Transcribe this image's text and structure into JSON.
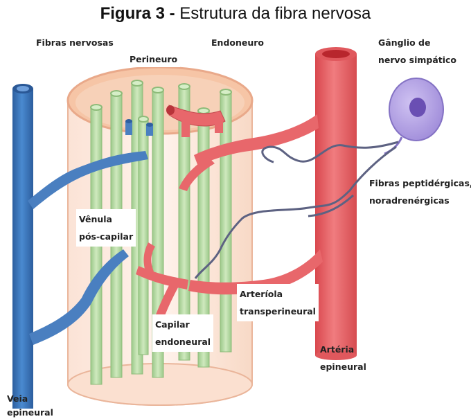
{
  "title": {
    "prefix": "Figura 3 -",
    "text": "Estrutura da fibra nervosa"
  },
  "labels": {
    "fibras_nervosas": "Fibras nervosas",
    "perineuro": "Perineuro",
    "endoneuro": "Endoneuro",
    "ganglio_line1": "Gânglio de",
    "ganglio_line2": "nervo simpático",
    "fibras_pept_line1": "Fibras peptidérgicas,",
    "fibras_pept_line2": "noradrenérgicas",
    "venula_line1": "Vênula",
    "venula_line2": "pós-capilar",
    "arteriola_line1": "Arteríola",
    "arteriola_line2": "transperineural",
    "capilar_line1": "Capilar",
    "capilar_line2": "endoneural",
    "arteria_line1": "Artéria",
    "arteria_line2": "epineural",
    "veia_line1": "Veia",
    "veia_line2": "epineural"
  },
  "colors": {
    "vein": "#3a75b8",
    "artery": "#e8676b",
    "fiber": "#b7d9a2",
    "perineurium": "#f7c9a8",
    "ganglion": "#b9a8e6",
    "nerve_fiber_line": "#6b6f8e"
  }
}
